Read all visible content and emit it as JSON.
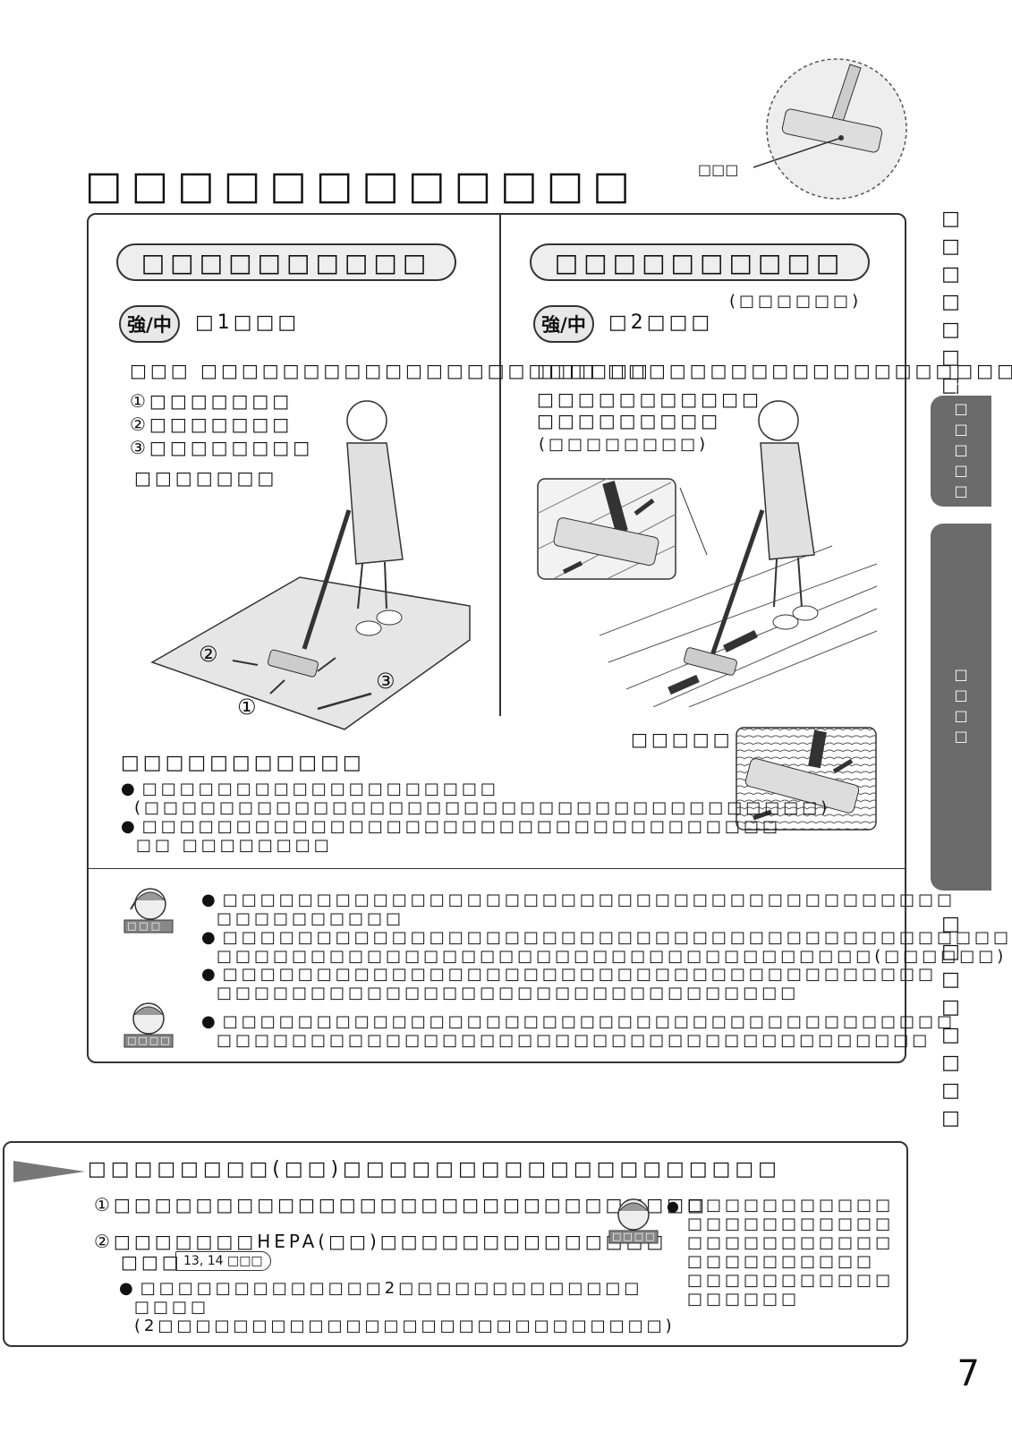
{
  "header": {
    "title": "□□□□□□□□□□□□",
    "callout_label": "□□□"
  },
  "left": {
    "heading": "□□□□□□□□□□",
    "mode": "強/中",
    "step": "□1□□□",
    "instruction": "□□□ □□□□□□□□□□□□□□□□□□□□□□",
    "steps": [
      "①□□□□□□□",
      "②□□□□□□□",
      "③□□□□□□□□"
    ],
    "note": "□□□□□□□",
    "markers": [
      "②",
      "③",
      "①"
    ]
  },
  "right": {
    "heading": "□□□□□□□□□□",
    "subheading": "(□□□□□□)",
    "mode": "強/中",
    "step": "□2□□□",
    "instruction": "□□□ □□□□□□□□□□□□□□□□□□□□□□",
    "desc1": "□□□□□□□□□□□",
    "desc2": "□□□□□□□□□",
    "desc3": "(□□□□□□□□)",
    "carpet_label": "□□□□□"
  },
  "tips": {
    "heading": "□□□□□□□□□□□",
    "line1": "□□□□□□□□□□□□□□□□□□□",
    "line1b": "(□□□□□□□□□□□□□□□□□□□□□□□□□□□□□□□□□□□□)",
    "line2": "□□□□□□□□□□□□□□□□□□□□□□□□□□□□□□□□□□",
    "line2b": "□□ □□□□□□□□"
  },
  "notes": {
    "face1_label": "□□□",
    "face2_label": "□□□□",
    "n1a": "□□□□□□□□□□□□□□□□□□□□□□□□□□□□□□□□□□□□□□□",
    "n1b": "□□□□□□□□□□",
    "n2a": "□□□□□□□□□□□□□□□□□□□□□□□□□□□□□□□□□□□□□□□□□□",
    "n2b": "□□□□□□□□□□□□□□□□□□□□□□□□□□□□□□□□□□□(□□□□□□)",
    "n3a": "□□□□□□□□□□□□□□□□□□□□□□□□□□□□□□□□□□□□□□",
    "n3b": "□□□□□□□□□□□□□□□□□□□□□□□□□□□□□□□",
    "n4a": "□□□□□□□□□□□□□□□□□□□□□□□□□□□□□□□□□□□□□□□",
    "n4b": "□□□□□□□□□□□□□□□□□□□□□□□□□□□□□□□□□□□□□□"
  },
  "side": {
    "top": "□□□□□□□□",
    "tab1": "□□□□□□□",
    "tab2": "□□□□",
    "bottom": "□□□□□□□□"
  },
  "bottom": {
    "heading": "□□□□□□□□(□□)□□□□□□□□□□□□□□□□□□□",
    "item1": "①□□□□□□□□□□□□□□□□□□□□□□□□□□□□□",
    "item2a": "②□□□□□□□HEPA(□□)□□□□□□□□□□□□□□",
    "item2b": "□□□",
    "ref_badge": "13, 14 □□□",
    "bullet_a": "□□□□□□□□□□□□□2□□□□□□□□□□□□□",
    "bullet_b": "□□□□",
    "bullet_c": "(2□□□□□□□□□□□□□□□□□□□□□□□□□□□)",
    "face_label": "□□□□",
    "side_note": [
      "□□□□□□□□□□□",
      "□□□□□□□□□□□",
      "□□□□□□□□□□□",
      "□□□□□□□□□□",
      "□□□□□□□□□□□",
      "□□□□□□"
    ]
  },
  "page": "7"
}
